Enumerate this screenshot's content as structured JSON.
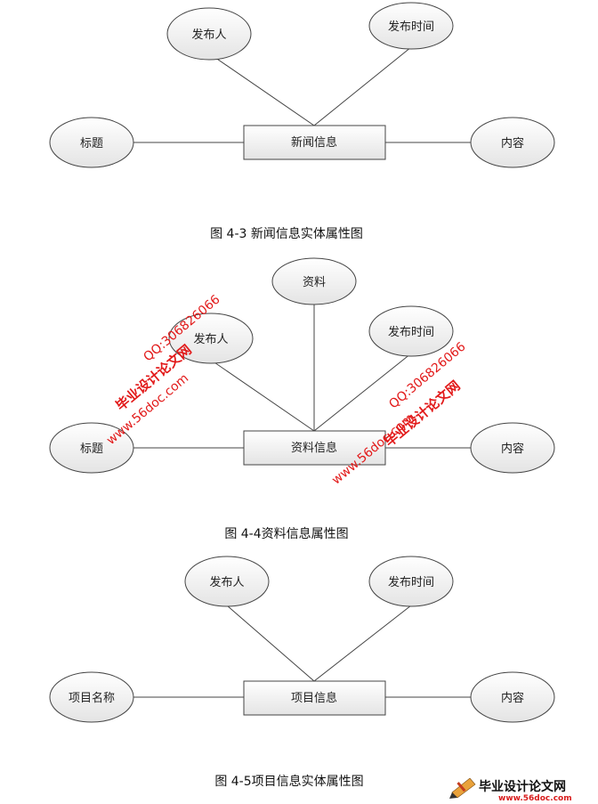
{
  "diagrams": [
    {
      "entity": "新闻信息",
      "attributes": [
        "发布人",
        "发布时间",
        "标题",
        "内容"
      ],
      "caption": "图 4-3 新闻信息实体属性图"
    },
    {
      "entity": "资料信息",
      "attributes": [
        "资料",
        "发布人",
        "发布时间",
        "标题",
        "内容"
      ],
      "caption": "图 4-4资料信息属性图"
    },
    {
      "entity": "项目信息",
      "attributes": [
        "发布人",
        "发布时间",
        "项目名称",
        "内容"
      ],
      "caption": "图 4-5项目信息实体属性图"
    }
  ],
  "watermark": {
    "brand": "毕业设计论文网",
    "url": "www.56doc.com",
    "qq": "QQ:306826066"
  },
  "footer": {
    "brand": "毕业设计论文网",
    "url": "www.56doc.com"
  },
  "colors": {
    "shape_fill_top": "#ffffff",
    "shape_fill_bottom": "#e4e4e4",
    "stroke": "#444444",
    "watermark": "#e21a1a"
  }
}
